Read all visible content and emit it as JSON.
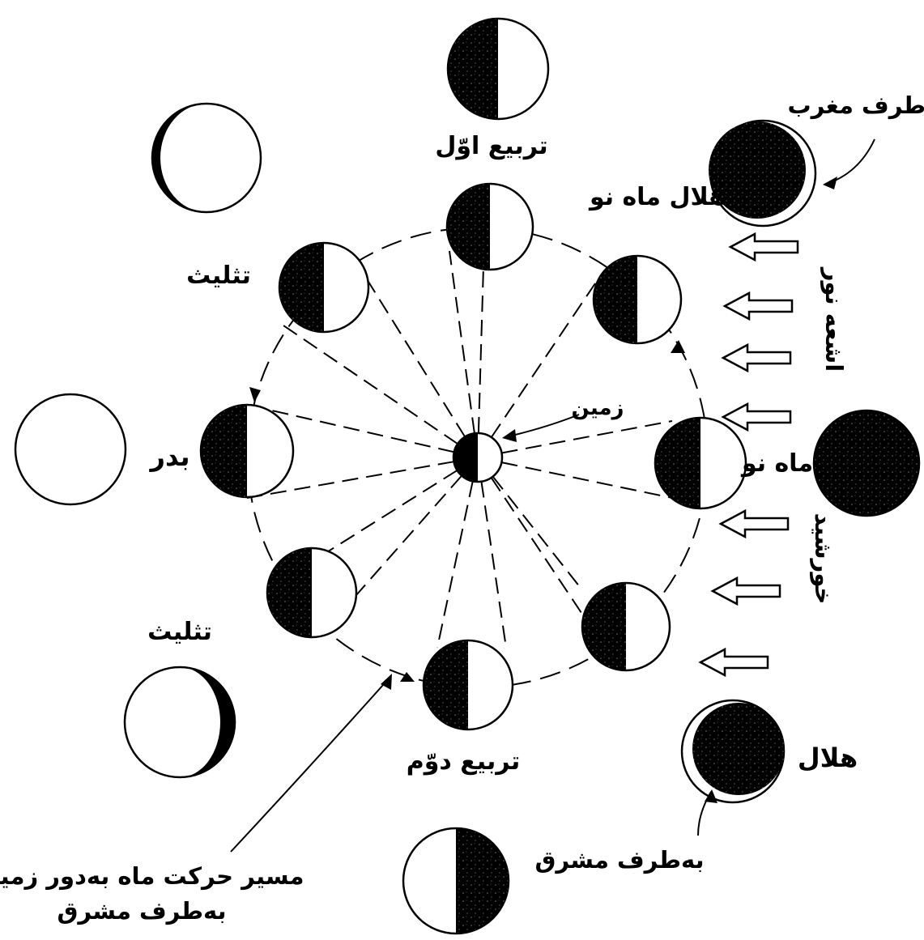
{
  "labels": {
    "first_quarter": "تربیع اوّل",
    "toward_west": "به‌طرف مغرب",
    "waxing_crescent_new": "هلال ماه نو",
    "trine_upper": "تثلیث",
    "light_rays": "اشعه نور",
    "earth": "زمین",
    "full_moon": "بدر",
    "new_moon": "ماه نو",
    "sun": "خورشید",
    "trine_lower": "تثلیث",
    "crescent": "هلال",
    "last_quarter": "تربیع دوّم",
    "toward_east": "به‌طرف مشرق",
    "orbit_path_line1": "مسیر حرکت ماه به‌دور زمین",
    "orbit_path_line2": "به‌طرف مشرق"
  },
  "colors": {
    "ink": "#000000",
    "paper": "#ffffff"
  }
}
